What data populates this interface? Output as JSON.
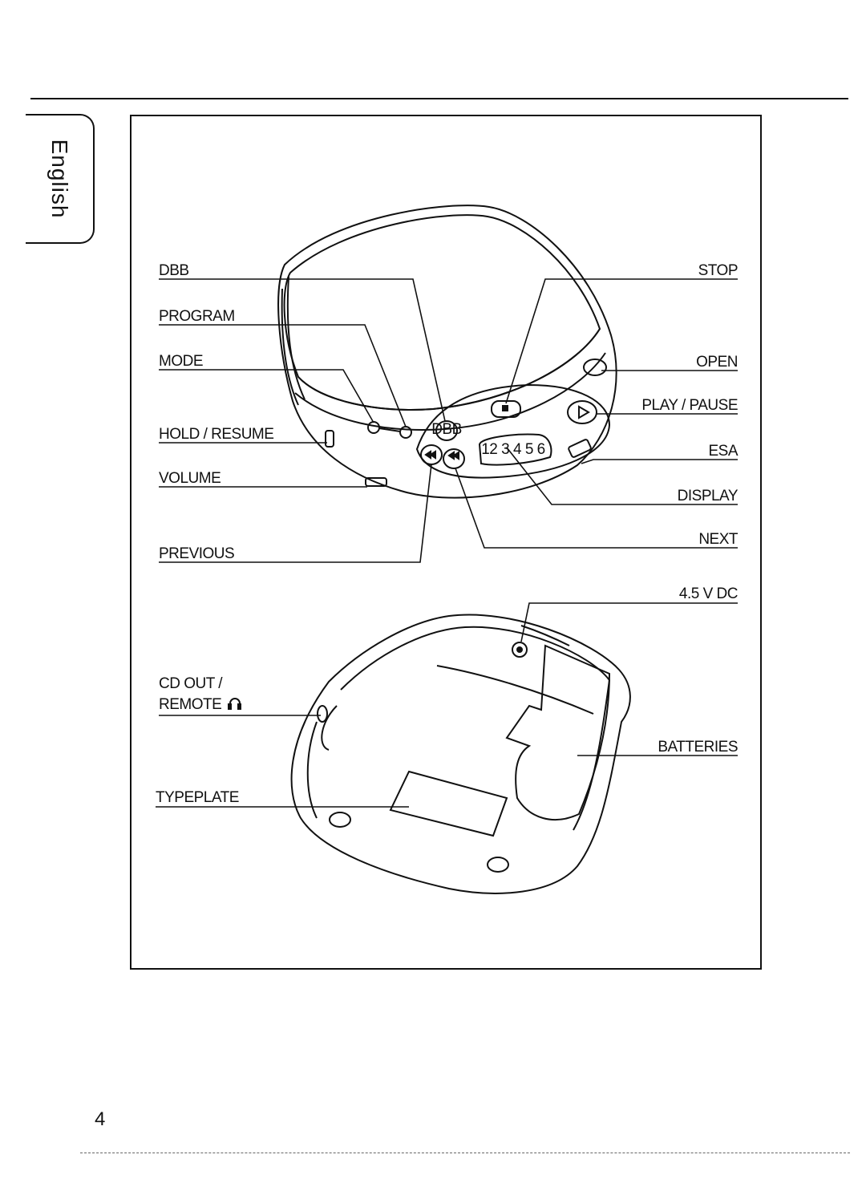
{
  "language_tab": "English",
  "labels": {
    "dbb": "DBB",
    "program": "PROGRAM",
    "mode": "MODE",
    "hold_resume": "HOLD / RESUME",
    "volume": "VOLUME",
    "previous": "PREVIOUS",
    "stop": "STOP",
    "open": "OPEN",
    "play_pause": "PLAY / PAUSE",
    "esa": "ESA",
    "display": "DISPLAY",
    "next": "NEXT",
    "dc_in": "4.5 V DC",
    "cd_out_line1": "CD OUT /",
    "cd_out_line2": "REMOTE",
    "batteries": "BATTERIES",
    "typeplate": "TYPEPLATE"
  },
  "device_button_text": {
    "dbb": "DBB",
    "lcd_digits": "12 3 4 5 6"
  },
  "page_number": "4"
}
